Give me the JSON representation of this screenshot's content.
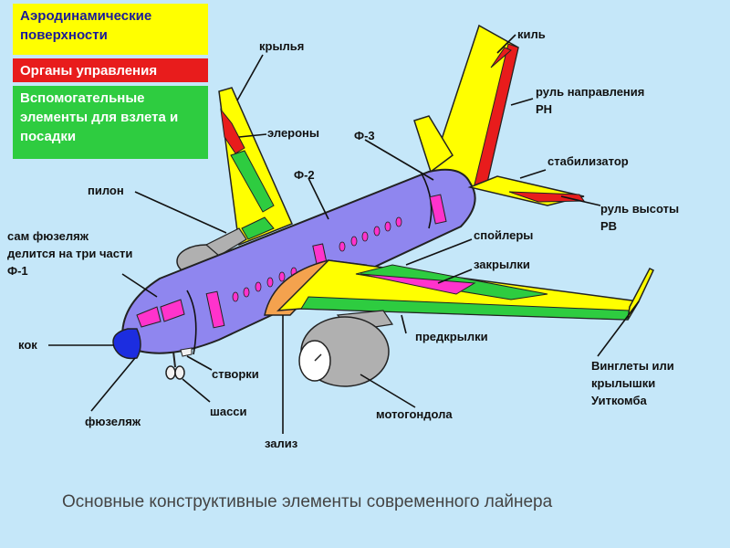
{
  "legend": {
    "aero": "Аэродинамические поверхности",
    "controls": "Органы управления",
    "auxiliary": "Вспомогательные элементы для взлета и посадки"
  },
  "labels": {
    "wings": "крылья",
    "ailerons": "элероны",
    "pylon": "пилон",
    "fuselage_note_1": "сам фюзеляж",
    "fuselage_note_2": "делится на три части",
    "f1": "Ф-1",
    "nose_cone": "кок",
    "fuselage": "фюзеляж",
    "gear_doors": "створки",
    "landing_gear": "шасси",
    "fairing": "зализ",
    "nacelle": "мотогондола",
    "slats": "предкрылки",
    "flaps": "закрылки",
    "spoilers": "спойлеры",
    "f2": "Ф-2",
    "f3": "Ф-3",
    "fin": "киль",
    "rudder_1": "руль направления",
    "rudder_2": "РН",
    "stabilizer": "стабилизатор",
    "elevator_1": "руль высоты",
    "elevator_2": "РВ",
    "winglets_1": "Винглеты или",
    "winglets_2": "крылышки",
    "winglets_3": "Уиткомба"
  },
  "caption": "Основные конструктивные элементы современного лайнера",
  "colors": {
    "background": "#c5e7f9",
    "aerodynamic": "#ffff00",
    "control": "#e81c1c",
    "auxiliary": "#2ecc40",
    "fuselage": "#8f86ef",
    "fairing": "#f4a24e",
    "nose": "#1c2de0",
    "engine": "#b0b0b0"
  }
}
